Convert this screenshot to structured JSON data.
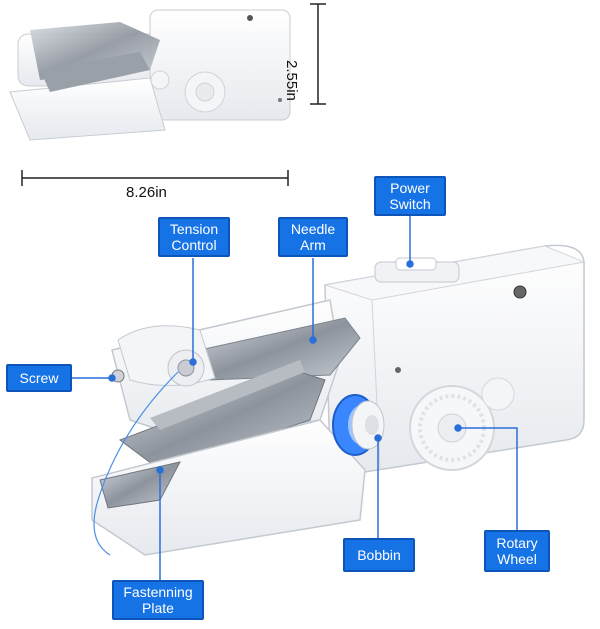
{
  "dimensions": {
    "height": "2.55in",
    "width": "8.26in"
  },
  "labels": {
    "power_switch": [
      "Power",
      "Switch"
    ],
    "tension_control": [
      "Tension",
      "Control"
    ],
    "needle_arm": [
      "Needle",
      "Arm"
    ],
    "screw": [
      "Screw"
    ],
    "bobbin": [
      "Bobbin"
    ],
    "rotary_wheel": [
      "Rotary",
      "Wheel"
    ],
    "fastening_plate": [
      "Fastenning",
      "Plate"
    ]
  },
  "colors": {
    "label_fill": "#1673e6",
    "label_border": "#0d55b8",
    "leader_line": "#2a6fd8",
    "body_white": "#ffffff",
    "metal": "#a9adb4",
    "bobbin_blue": "#3a86ff"
  }
}
